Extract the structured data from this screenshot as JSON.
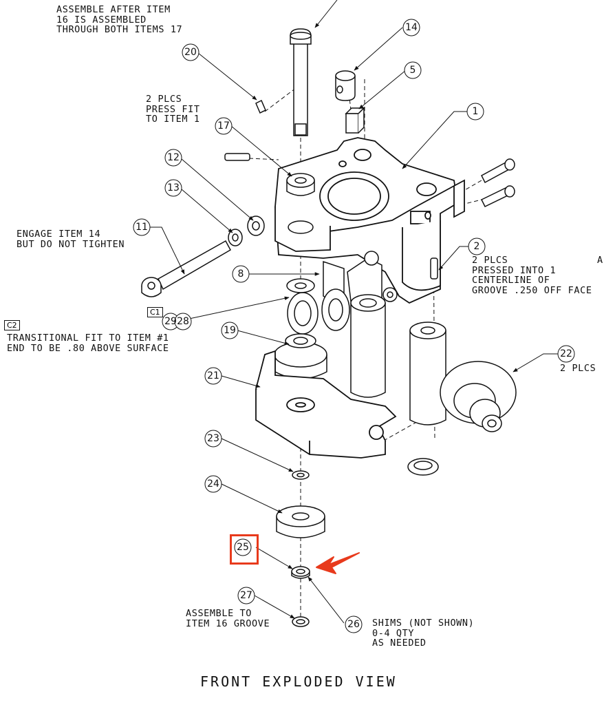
{
  "title": "FRONT EXPLODED VIEW",
  "notes": {
    "assemble_after": "ASSEMBLE AFTER ITEM\n16 IS ASSEMBLED\nTHROUGH BOTH ITEMS 17",
    "press_fit": "2 PLCS\nPRESS FIT\nTO ITEM 1",
    "engage": "ENGAGE ITEM 14\nBUT DO NOT TIGHTEN",
    "pressed_into": "2 PLCS\nPRESSED INTO 1\nCENTERLINE OF\nGROOVE .250 OFF FACE",
    "transitional": "TRANSITIONAL FIT TO ITEM #1\nEND TO BE .80 ABOVE SURFACE",
    "two_plcs_22": "2 PLCS",
    "assemble_groove": "ASSEMBLE TO\nITEM 16 GROOVE",
    "shims": "SHIMS (NOT SHOWN)\n0-4 QTY\nAS NEEDED",
    "cutoff_a": "A"
  },
  "refs": {
    "c1": "C1",
    "c2": "C2"
  },
  "balloons": {
    "b14": "14",
    "b5": "5",
    "b20": "20",
    "b1": "1",
    "b17": "17",
    "b12": "12",
    "b13": "13",
    "b11": "11",
    "b2": "2",
    "b8": "8",
    "b29": "29",
    "b28": "28",
    "b19": "19",
    "b22": "22",
    "b21": "21",
    "b23": "23",
    "b24": "24",
    "b25": "25",
    "b27": "27",
    "b26": "26"
  },
  "highlight": {
    "item": "25",
    "color": "#e83a1c"
  }
}
